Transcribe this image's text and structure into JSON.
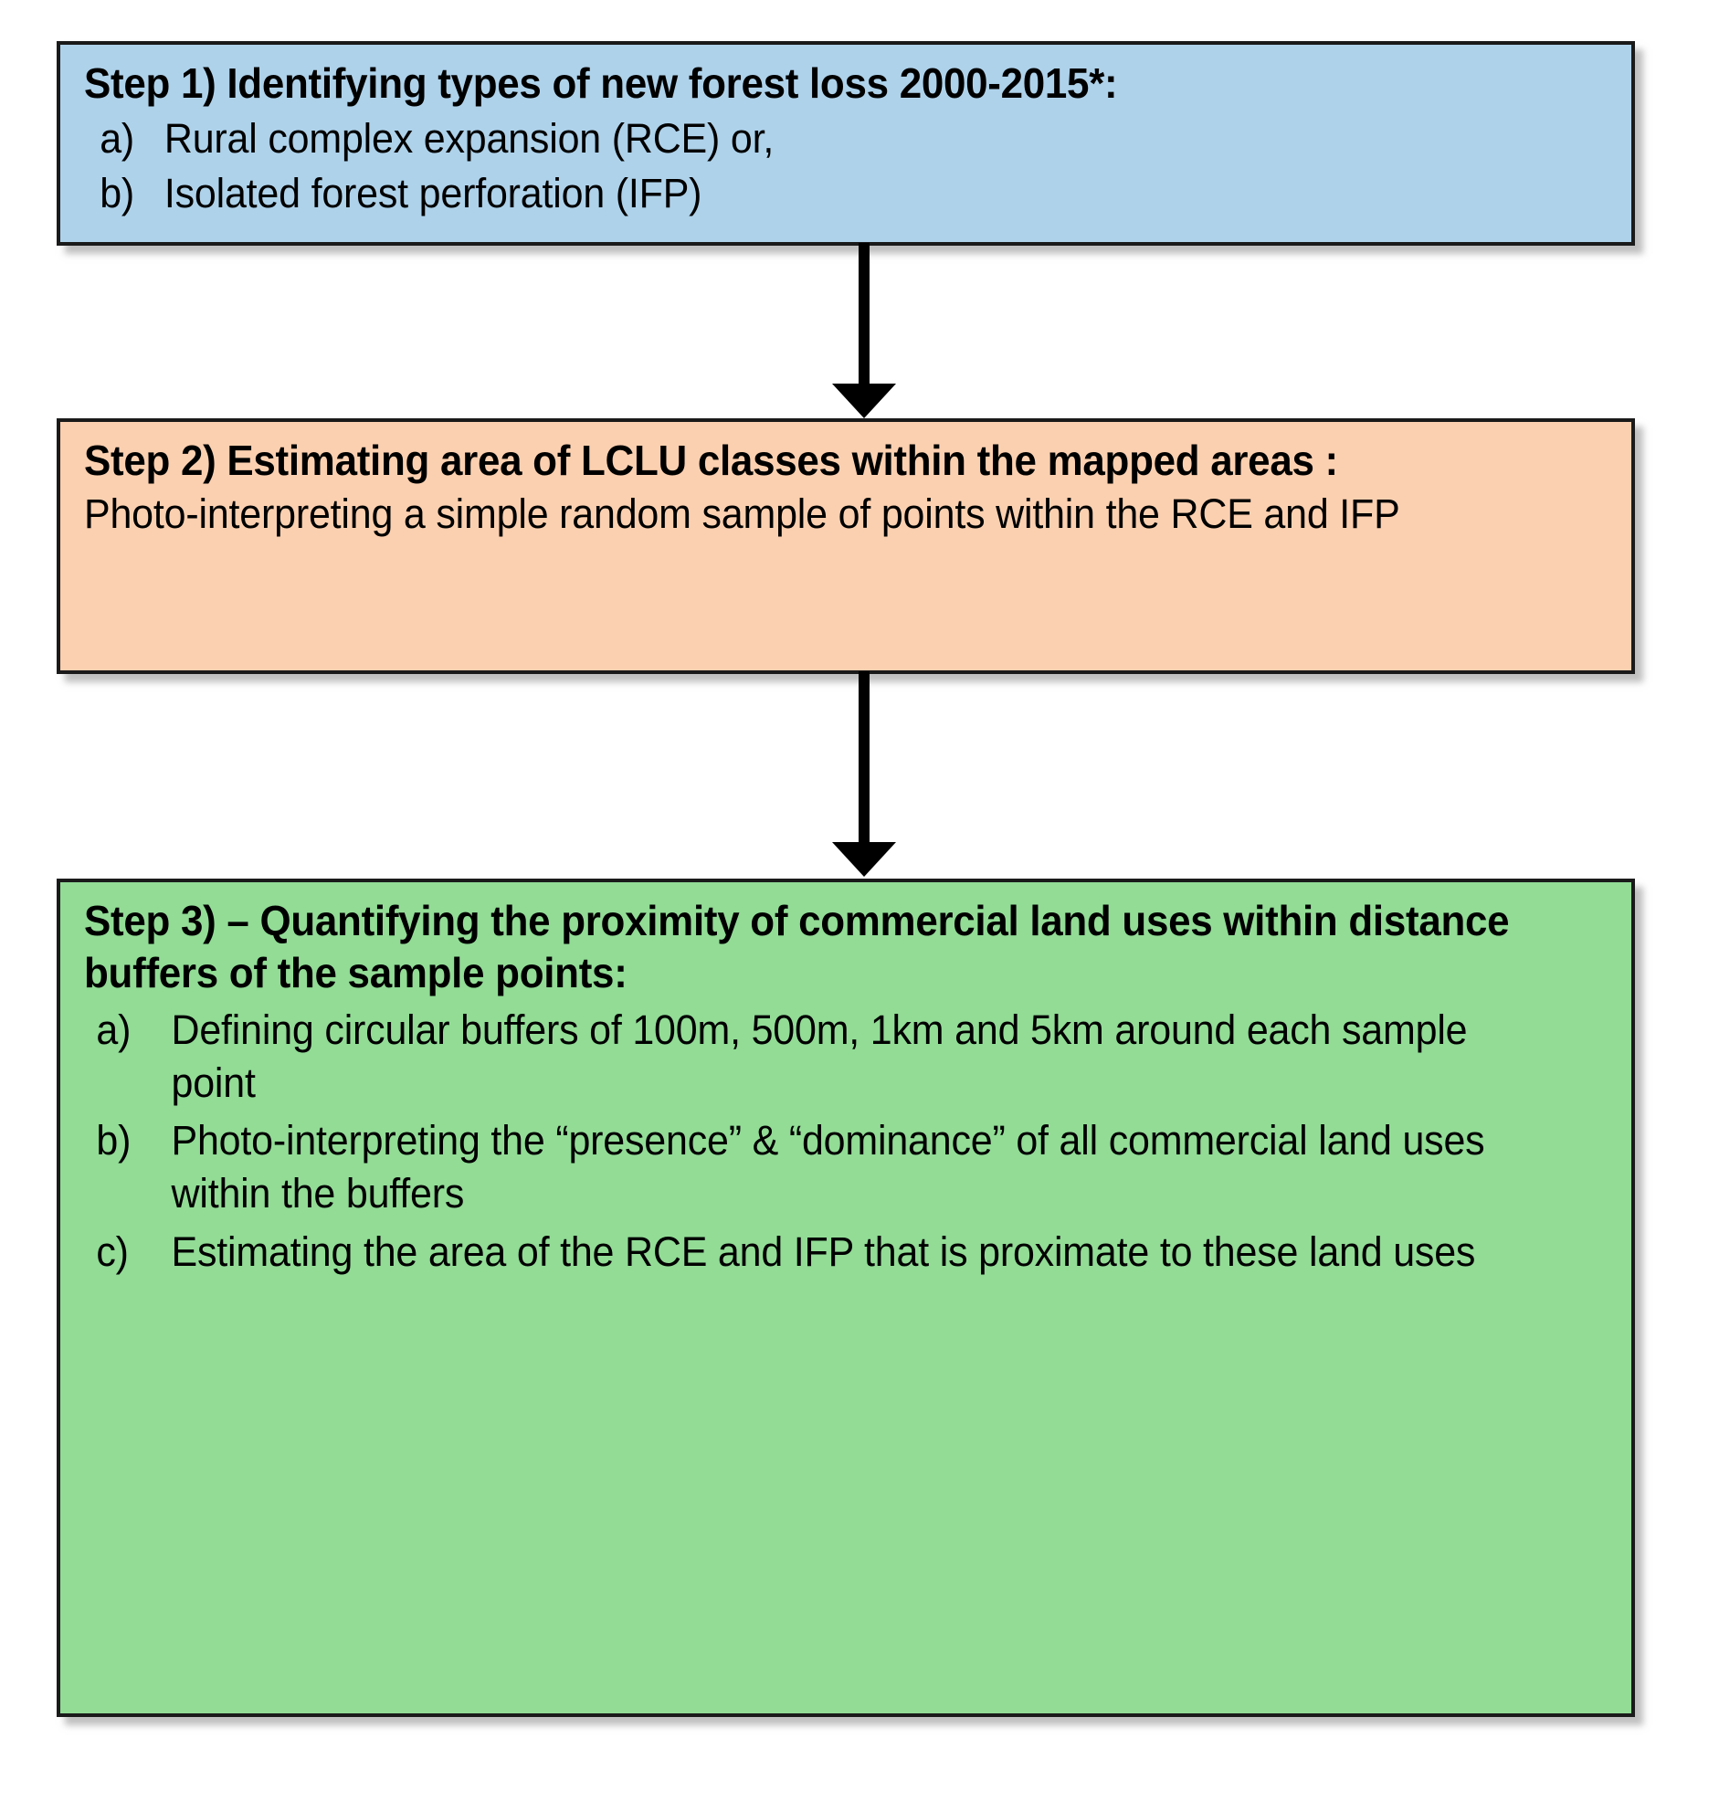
{
  "diagram": {
    "type": "vertical-flowchart",
    "orientation": "top-to-bottom",
    "steps": [
      {
        "id": "step1",
        "color": "#aed2ea",
        "title": "Step 1) Identifying types of new forest loss 2000-2015*:",
        "items": [
          {
            "marker": "a)",
            "text": "Rural complex expansion (RCE) or,"
          },
          {
            "marker": "b)",
            "text": "Isolated forest perforation (IFP)"
          }
        ]
      },
      {
        "id": "step2",
        "color": "#fbd0b0",
        "title": "Step 2) Estimating area of LCLU classes within the mapped areas :",
        "body": "Photo-interpreting a simple random sample of points within the RCE and IFP",
        "items": []
      },
      {
        "id": "step3",
        "color": "#92dc96",
        "title": "Step 3) – Quantifying the proximity of commercial land uses within distance buffers of the sample points:",
        "items": [
          {
            "marker": "a)",
            "text": "Defining circular buffers of 100m, 500m, 1km and 5km around each sample point"
          },
          {
            "marker": "b)",
            "text": "Photo-interpreting the “presence” & “dominance” of all commercial land uses within the buffers"
          },
          {
            "marker": "c)",
            "text": "Estimating the area of the RCE and IFP that is proximate to these land uses"
          }
        ]
      }
    ],
    "connectors": [
      {
        "id": "connector-step1-step2",
        "from": "step1",
        "to": "step2",
        "style": "solid-arrow",
        "color": "#000000"
      },
      {
        "id": "connector-step2-step3",
        "from": "step2",
        "to": "step3",
        "style": "solid-arrow",
        "color": "#000000"
      }
    ]
  }
}
